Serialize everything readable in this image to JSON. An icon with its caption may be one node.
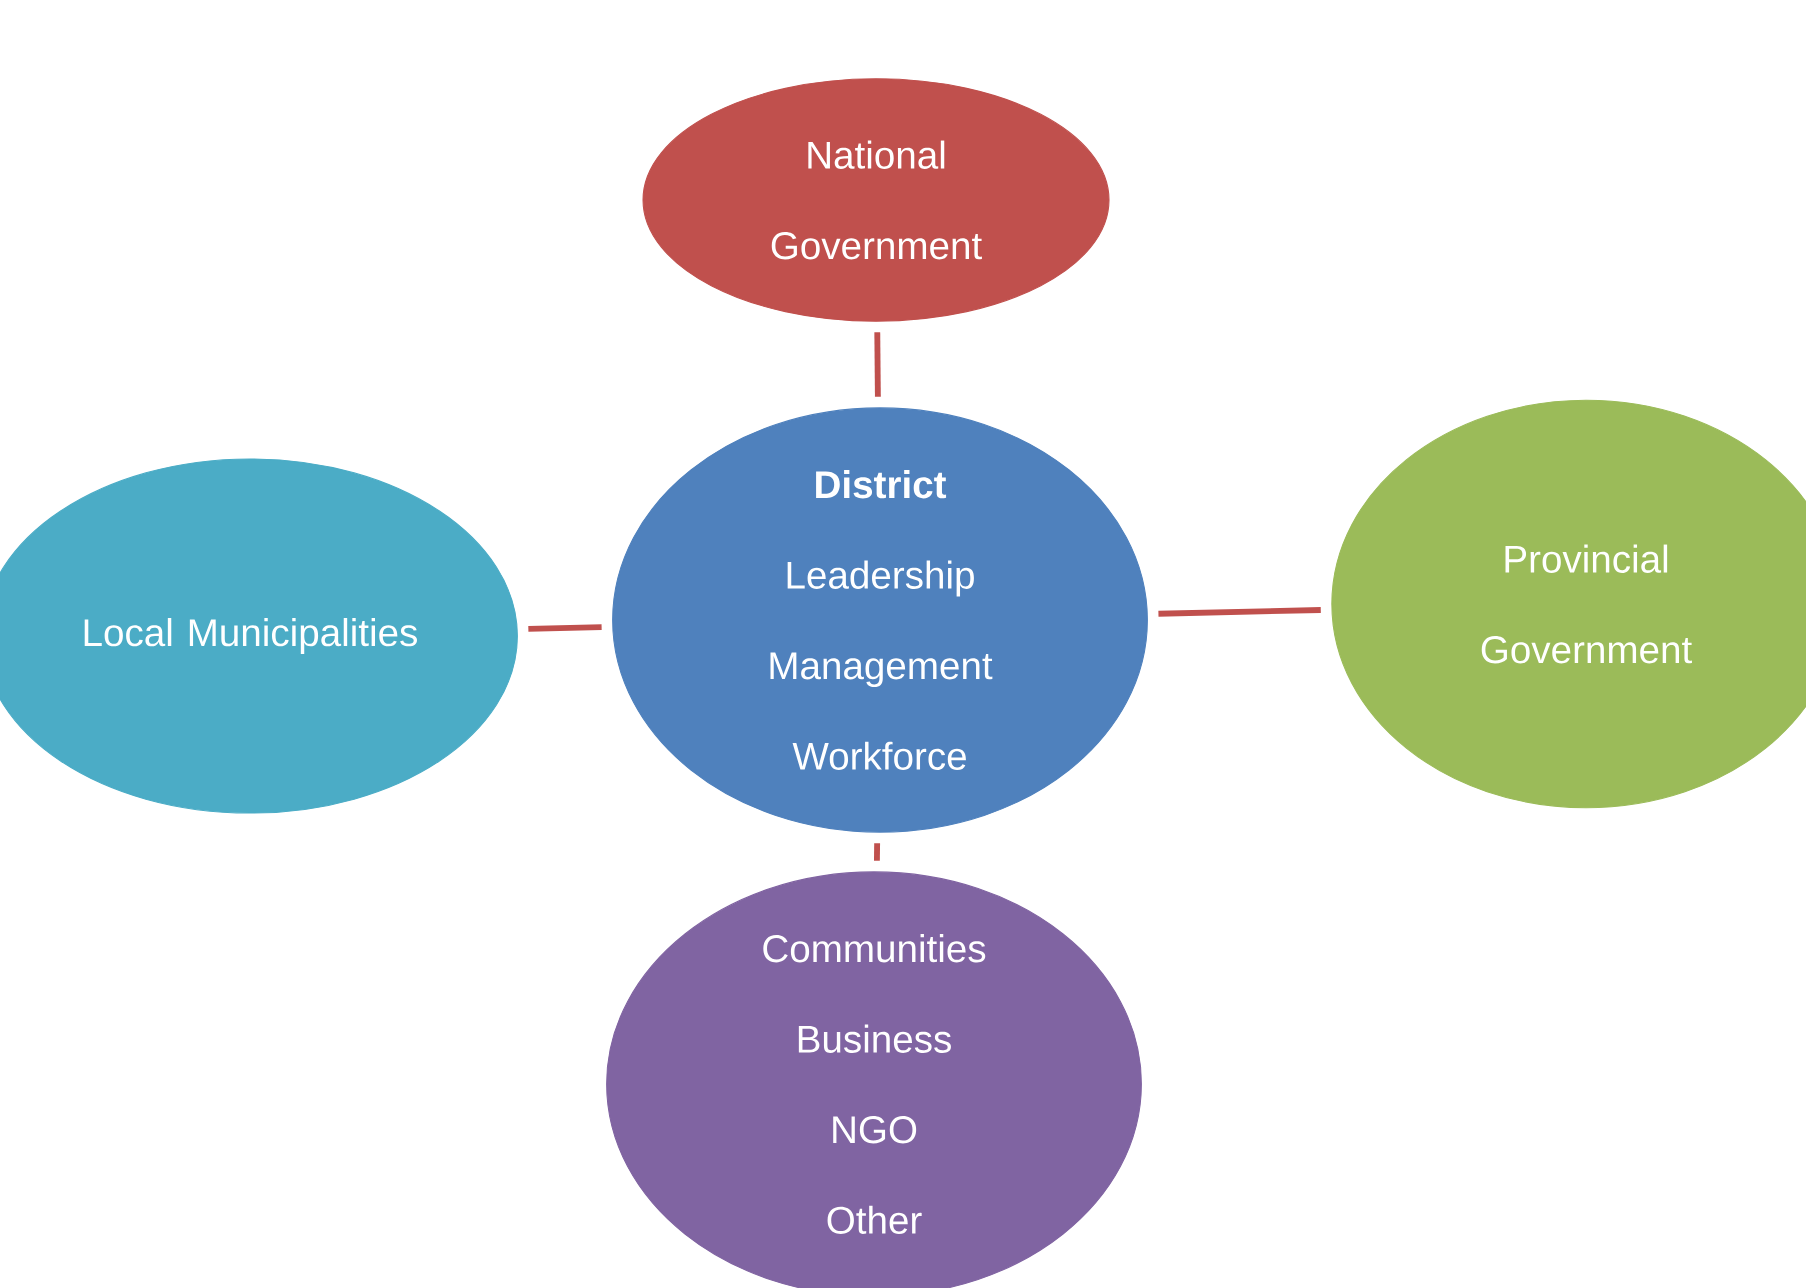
{
  "diagram": {
    "nodes": [
      {
        "text": [
          "National Government"
        ]
      },
      {
        "text": [
          "District",
          "Leadership",
          "Management",
          "Workforce"
        ]
      },
      {
        "text": [
          "Local Municipalities"
        ]
      },
      {
        "text": [
          "Provincial Government"
        ]
      },
      {
        "text": [
          "Communities",
          "Business",
          "NGO",
          "Other"
        ]
      }
    ],
    "edges": [
      {
        "from": 1,
        "to": 0,
        "arrow": "none"
      },
      {
        "from": 2,
        "to": 1,
        "arrow": "none"
      },
      {
        "from": 1,
        "to": 3,
        "arrow": "none"
      },
      {
        "from": 1,
        "to": 4,
        "arrow": "none"
      }
    ]
  }
}
